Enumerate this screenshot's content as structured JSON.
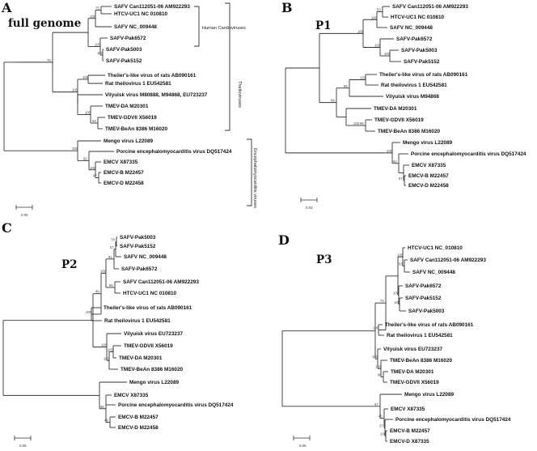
{
  "panels": [
    {
      "id": "full",
      "letter": "A",
      "title": "full genome",
      "scale_label": "0.05",
      "leaves": [
        "SAFV Can112051-06 AM922293",
        "HTCV-UC1 NC 010810",
        "SAFV NC_009448",
        "SAFV-Pak6572",
        "SAFV-Pak5003",
        "SAFV-Pak5152",
        "Theiler's-like virus of rats AB090161",
        "Rat theilovirus 1 EU542581",
        "Vilyuisk virus M80888, M94868, EU723237",
        "TMEV-DA M20301",
        "TMEV-GDVII X56019",
        "TMEV-BeAn 8386 M16020",
        "Mengo virus L22089",
        "Porcine encephalomyocarditis virus DQ517424",
        "EMCV X87335",
        "EMCV-B M22457",
        "EMCV-D M22458"
      ],
      "bootstraps": [
        "100",
        "75",
        "100",
        "100",
        "100",
        "100",
        "76",
        "100",
        "100",
        "100",
        "59",
        "100",
        "92",
        "100",
        "97"
      ],
      "brackets": [
        "Human Cardioviruses",
        "Theiloviruses",
        "Encephalomyocarditis viruses"
      ]
    },
    {
      "id": "p1",
      "letter": "B",
      "title": "P1",
      "scale_label": "0.02",
      "leaves": [
        "SAFV Can112051-06 AM922293",
        "HTCV-UC1 NC 010810",
        "SAFV NC_009448",
        "SAFV-Pak6572",
        "SAFV-Pak5003",
        "SAFV-Pak5152",
        "Theiler's-like virus of rats AB090161",
        "Rat theilovirus 1 EU542581",
        "Vilyuisk virus M94868",
        "TMEV-DA M20301",
        "TMEV-GDVII X56019",
        "TMEV-BeAn 8386 M16020",
        "Mengo virus L22089",
        "Porcine encephalomyocarditis virus DQ517424",
        "EMCV X87335",
        "EMCV-B M22457",
        "EMCV-D M22458"
      ],
      "bootstraps": [
        "100",
        "53",
        "100",
        "100",
        "100",
        "100",
        "85",
        "100",
        "89",
        "100",
        "96",
        "100",
        "92",
        "67",
        "99"
      ],
      "brackets": []
    },
    {
      "id": "p2",
      "letter": "C",
      "title": "P2",
      "scale_label": "0.05",
      "leaves": [
        "SAFV-Pak5003",
        "SAFV-Pak5152",
        "SAFV NC_009448",
        "SAFV-Pak6572",
        "SAFV Can112051-06 AM922293",
        "HTCV-UC1 NC 010810",
        "Theiler's-like virus of rats AB090161",
        "Rat theilovirus 1 EU542581",
        "Vilyuisk virus EU723237",
        "TMEV-GDVII X56019",
        "TMEV-DA M20301",
        "TMEV-BeAn 8386 M16020",
        "Mengo virus L22089",
        "EMCV X87335",
        "Porcine encephalomyocarditis virus DQ517424",
        "EMCV-B M22457",
        "EMCV-D M22458"
      ],
      "bootstraps": [
        "78",
        "57",
        "81",
        "100",
        "95",
        "89",
        "100",
        "100",
        "33",
        "100",
        "100",
        "61",
        "98",
        "46",
        "100",
        "45",
        "100"
      ],
      "brackets": []
    },
    {
      "id": "p3",
      "letter": "D",
      "title": "P3",
      "scale_label": "0.05",
      "leaves": [
        "HTCV-UC1 NC_010810",
        "SAFV Can112051-06 AM922293",
        "SAFV NC_009448",
        "SAFV-Pak6572",
        "SAFV-Pak5152",
        "SAFV-Pak5003",
        "Theiler's-like virus of rats AB090161",
        "Rat theilovirus 1 EU542581",
        "Vilyuisk virus EU723237",
        "TMEV-BeAn 8386 M16020",
        "TMEV-DA M20301",
        "TMEV-GDVII X56019",
        "Mengo virus L22089",
        "EMCV X87335",
        "Porcine encephalomyocarditis virus DQ517424",
        "EMCV-B M22457",
        "EMCV-D X87335"
      ],
      "bootstraps": [
        "100",
        "63",
        "41",
        "100",
        "100",
        "74",
        "100",
        "93",
        "100",
        "100",
        "96",
        "79",
        "97",
        "40",
        "37",
        "100"
      ],
      "brackets": []
    }
  ]
}
